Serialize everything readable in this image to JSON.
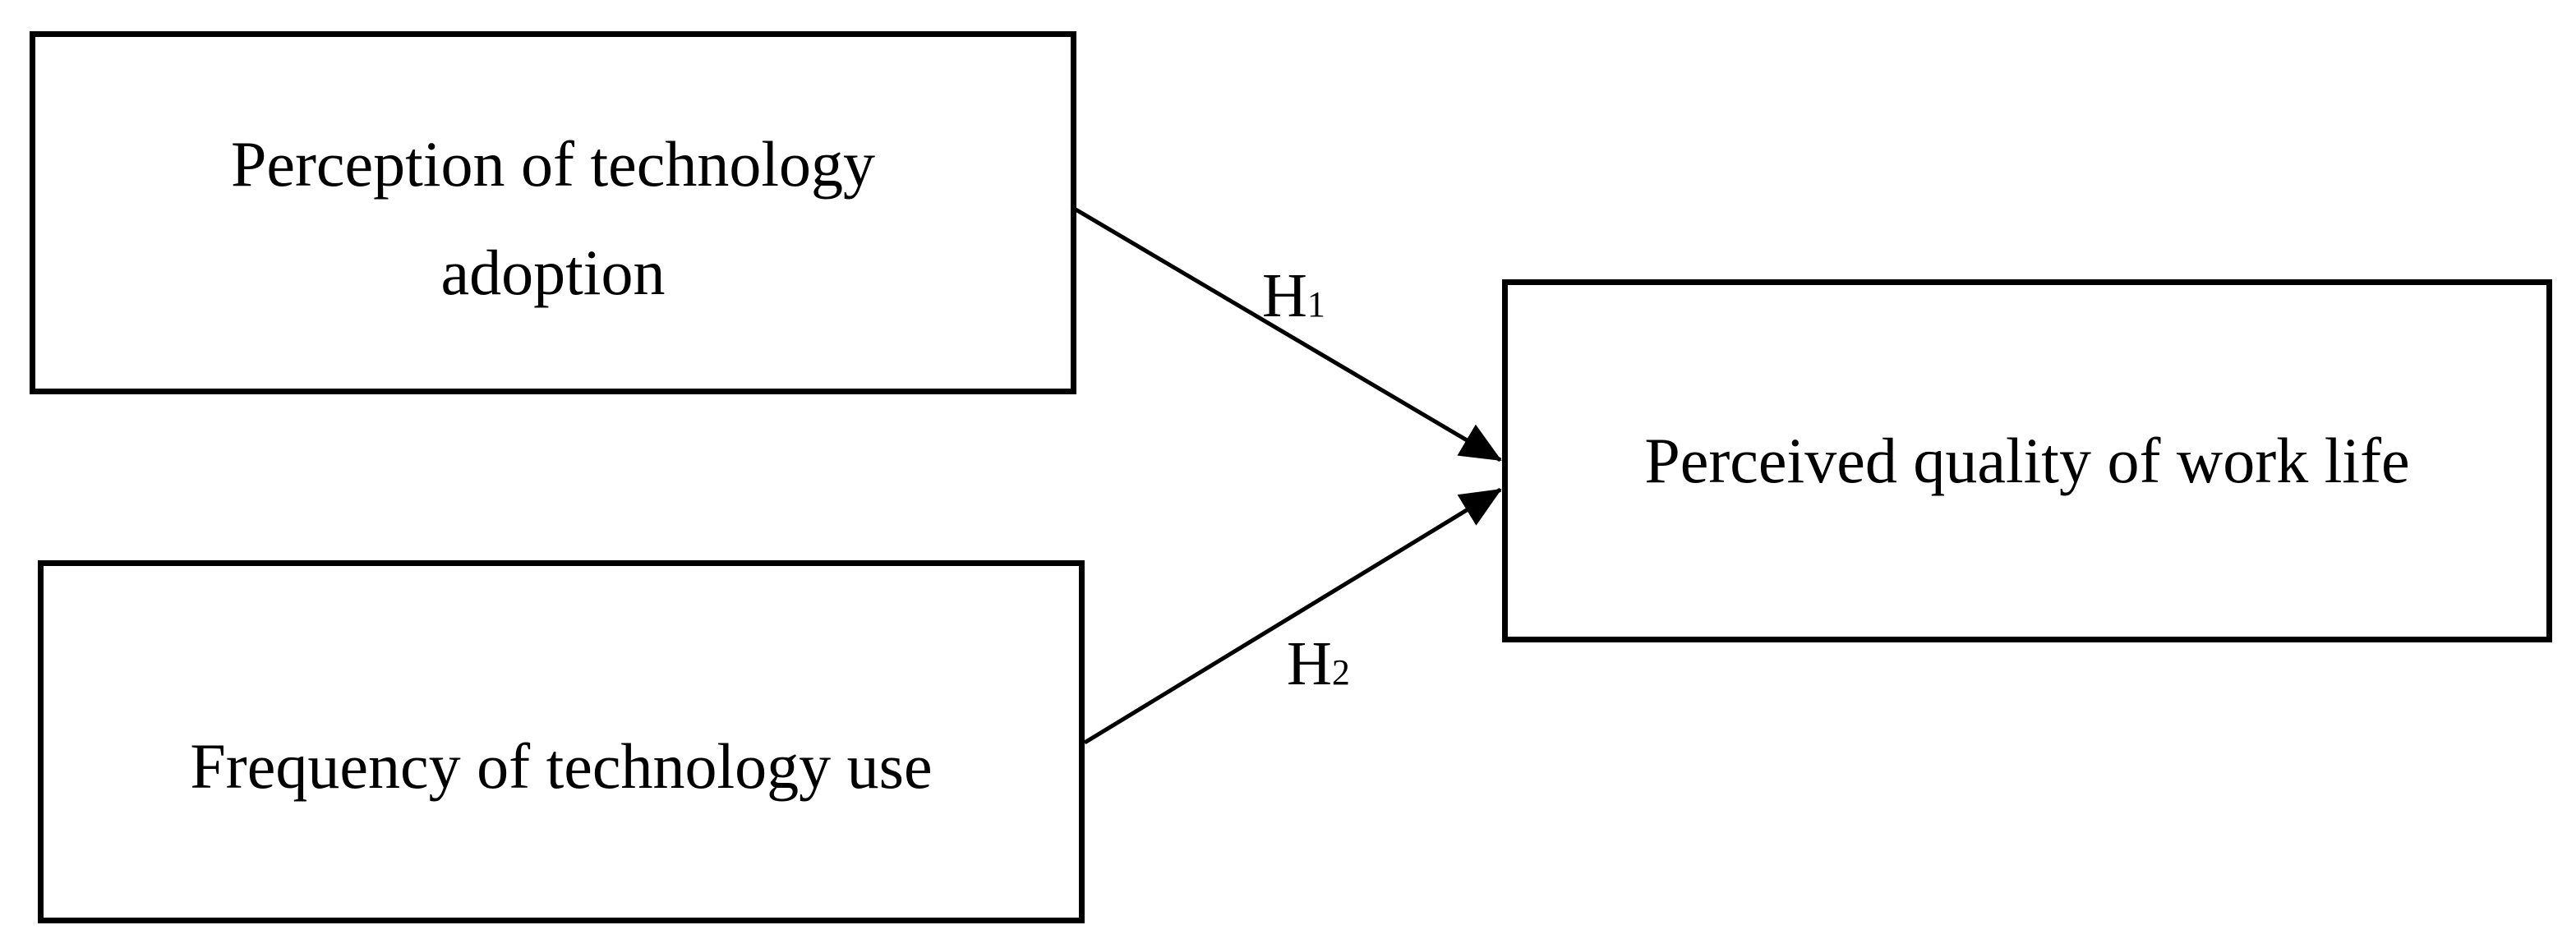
{
  "diagram": {
    "nodes": {
      "perception": {
        "label": "Perception of technology\nadoption"
      },
      "frequency": {
        "label": "Frequency of technology use"
      },
      "quality": {
        "label": "Perceived quality of work life"
      }
    },
    "edges": [
      {
        "from": "perception",
        "to": "quality",
        "label_main": "H",
        "label_sub": "1"
      },
      {
        "from": "frequency",
        "to": "quality",
        "label_main": "H",
        "label_sub": "2"
      }
    ],
    "colors": {
      "stroke": "#000000",
      "background": "#ffffff"
    }
  }
}
